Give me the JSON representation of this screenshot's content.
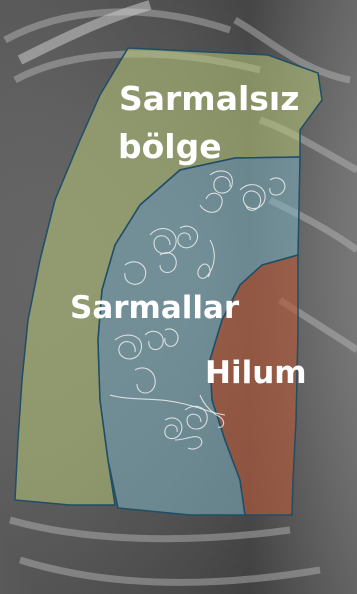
{
  "image": {
    "kind": "chest x-ray with annotated lung zones",
    "language": "Turkish"
  },
  "regions": [
    {
      "id": "sarmalsiz",
      "label_line1": "Sarmalsız",
      "label_line2": "bölge",
      "fill_color": "#b8c77a",
      "stroke_color": "#1f4e66"
    },
    {
      "id": "sarmallar",
      "label": "Sarmallar",
      "fill_color": "#7fb2c2",
      "stroke_color": "#1f4e66"
    },
    {
      "id": "hilum",
      "label": "Hilum",
      "fill_color": "#b45a3c",
      "stroke_color": "#1f4e66"
    }
  ],
  "colors": {
    "xray_dark": "#3a3a3a",
    "xray_light": "#c8c8c8",
    "label_text": "#ffffff",
    "coil_line": "#f4f4f4"
  }
}
